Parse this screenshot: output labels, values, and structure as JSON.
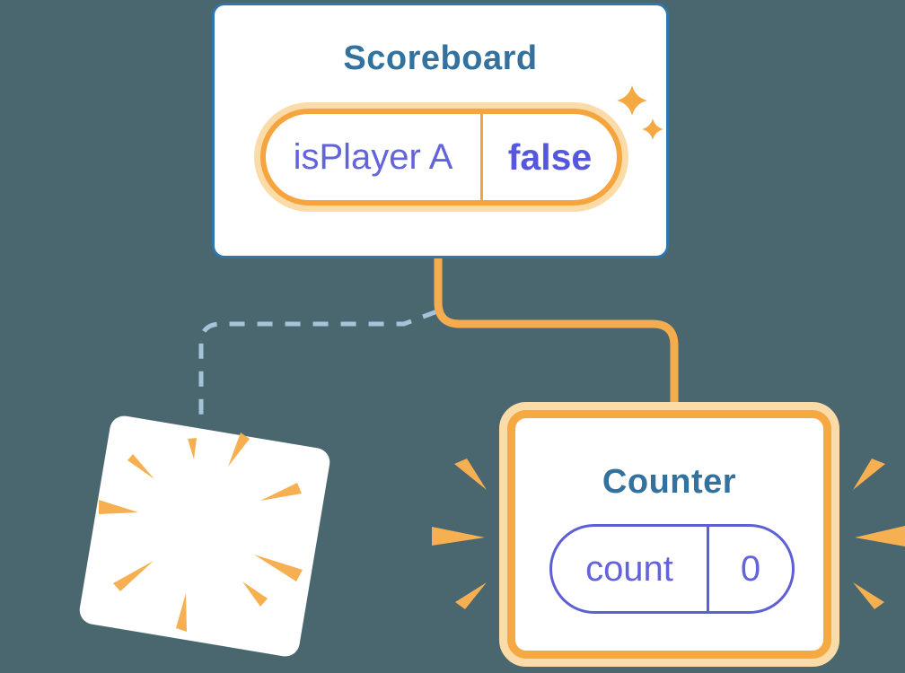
{
  "diagram": {
    "background_color": "#4A6770",
    "scoreboard": {
      "title": "Scoreboard",
      "state_pill": {
        "key": "isPlayer A",
        "value": "false"
      },
      "decoration": "sparkles-icon"
    },
    "counter": {
      "title": "Counter",
      "state_pill": {
        "key": "count",
        "value": "0"
      },
      "decoration": "burst-rays-icon"
    },
    "destroyed_card": {
      "decoration": "burst-rays-icon"
    },
    "connections": [
      {
        "from": "scoreboard",
        "to": "counter",
        "style": "solid",
        "color": "#F5AC4E"
      },
      {
        "from": "scoreboard",
        "to": "destroyed-card",
        "style": "dashed",
        "color": "#A6C4D9"
      }
    ],
    "colors": {
      "background": "#4A6770",
      "card_white": "#FFFFFF",
      "card_border_blue": "#2E76AB",
      "title_teal": "#33719E",
      "state_purple": "#6363DB",
      "state_value_bold_purple": "#5558DA",
      "pill_border_purple": "#5E5ED6",
      "orange": "#F5A942",
      "orange_light": "#FBDCA8",
      "connector_orange": "#F5AC4E",
      "connector_dashed_blue": "#A6C4D9",
      "burst_orange": "#F6B052"
    }
  }
}
